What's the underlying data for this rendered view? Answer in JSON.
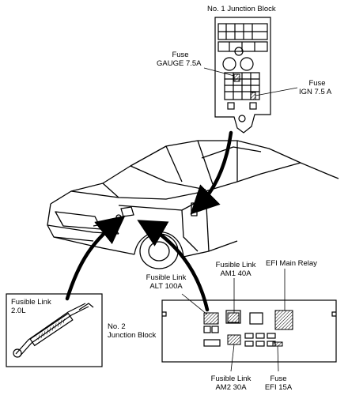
{
  "labels": {
    "no1_block": "No. 1 Junction Block",
    "fuse_gauge_1": "Fuse",
    "fuse_gauge_2": "GAUGE 7.5A",
    "fuse_ign_1": "Fuse",
    "fuse_ign_2": "IGN 7.5 A",
    "fusible_am1_1": "Fusible Link",
    "fusible_am1_2": "AM1 40A",
    "efi_relay": "EFI Main Relay",
    "fusible_alt_1": "Fusible Link",
    "fusible_alt_2": "ALT 100A",
    "fusible_20l_1": "Fusible Link",
    "fusible_20l_2": "2.0L",
    "no2_block_1": "No. 2",
    "no2_block_2": "Junction Block",
    "fusible_am2_1": "Fusible Link",
    "fusible_am2_2": "AM2 30A",
    "fuse_efi_1": "Fuse",
    "fuse_efi_2": "EFI 15A"
  },
  "colors": {
    "ink": "#000000",
    "paper": "#ffffff",
    "hatch": "#000000"
  }
}
